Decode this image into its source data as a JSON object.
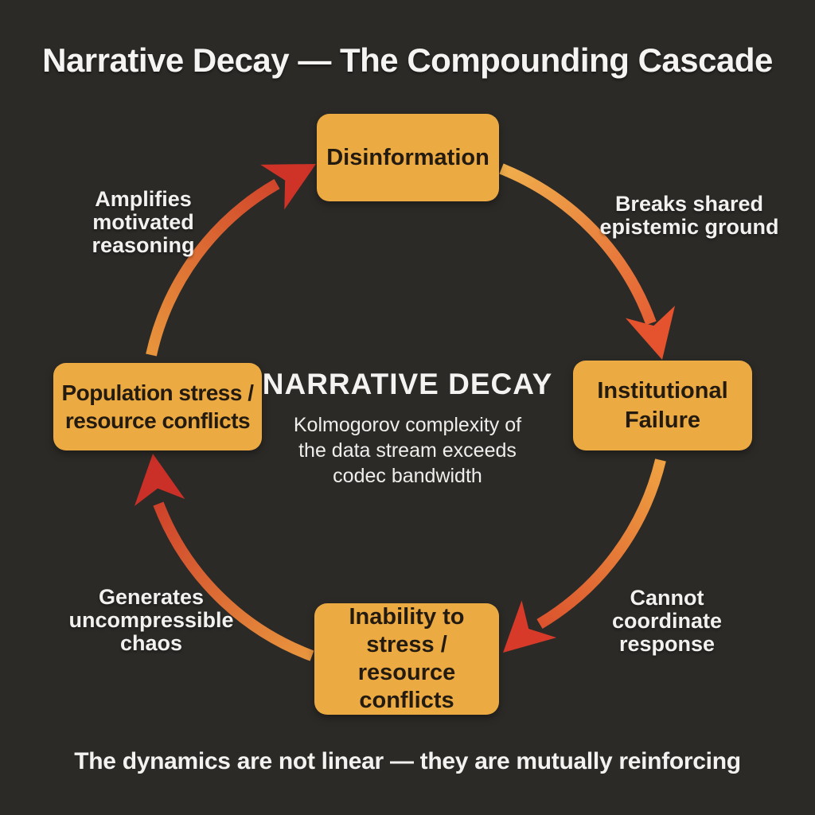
{
  "title": "Narrative Decay — The Compounding Cascade",
  "caption": "The dynamics are not linear — they are mutually reinforcing",
  "center": {
    "heading": "NARRATIVE DECAY",
    "sub_line1": "Kolmogorov complexity of",
    "sub_line2": "the data stream exceeds",
    "sub_line3": "codec bandwidth"
  },
  "nodes": {
    "top": {
      "label": "Disinformation"
    },
    "right": {
      "line1": "Institutional",
      "line2": "Failure"
    },
    "bottom": {
      "line1": "Inability to",
      "line2": "stress / resource",
      "line3": "conflicts"
    },
    "left": {
      "line1": "Population stress /",
      "line2": "resource conflicts"
    }
  },
  "edge_labels": {
    "top_left": {
      "line1": "Amplifies",
      "line2": "motivated",
      "line3": "reasoning"
    },
    "top_right": {
      "line1": "Breaks shared",
      "line2": "epistemic ground"
    },
    "bottom_right": {
      "line1": "Cannot",
      "line2": "coordinate",
      "line3": "response"
    },
    "bottom_left": {
      "line1": "Generates",
      "line2": "uncompressible",
      "line3": "chaos"
    }
  },
  "cycle_direction": "clockwise",
  "edges": [
    {
      "from": "Disinformation",
      "to": "Institutional Failure",
      "label": "Breaks shared epistemic ground"
    },
    {
      "from": "Institutional Failure",
      "to": "Inability to stress / resource conflicts",
      "label": "Cannot coordinate response"
    },
    {
      "from": "Inability to stress / resource conflicts",
      "to": "Population stress / resource conflicts",
      "label": "Generates uncompressible chaos"
    },
    {
      "from": "Population stress / resource conflicts",
      "to": "Disinformation",
      "label": "Amplifies motivated reasoning"
    }
  ],
  "colors": {
    "background": "#2b2a27",
    "node_fill": "#ecaa43",
    "node_text": "#241b10",
    "label_text": "#f2f1ef",
    "arrow_orange": "#efa84a",
    "arrow_red": "#cc3427"
  }
}
